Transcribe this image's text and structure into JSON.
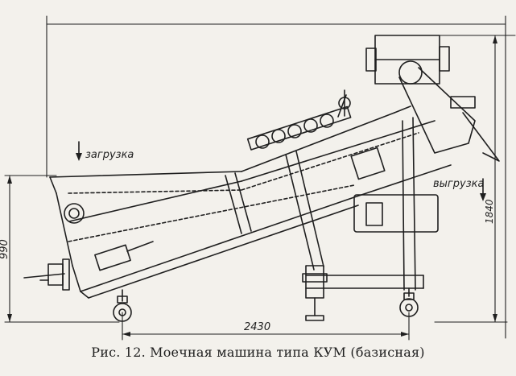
{
  "figure": {
    "caption": "Рис. 12. Моечная машина типа КУМ (базисная)"
  },
  "labels": {
    "loading": "загрузка",
    "unloading": "выгрузка"
  },
  "dimensions": {
    "length": "2430",
    "height_left": "990",
    "height_right": "1840"
  },
  "colors": {
    "ink": "#1f1f1f",
    "paper": "#f3f1ec"
  }
}
